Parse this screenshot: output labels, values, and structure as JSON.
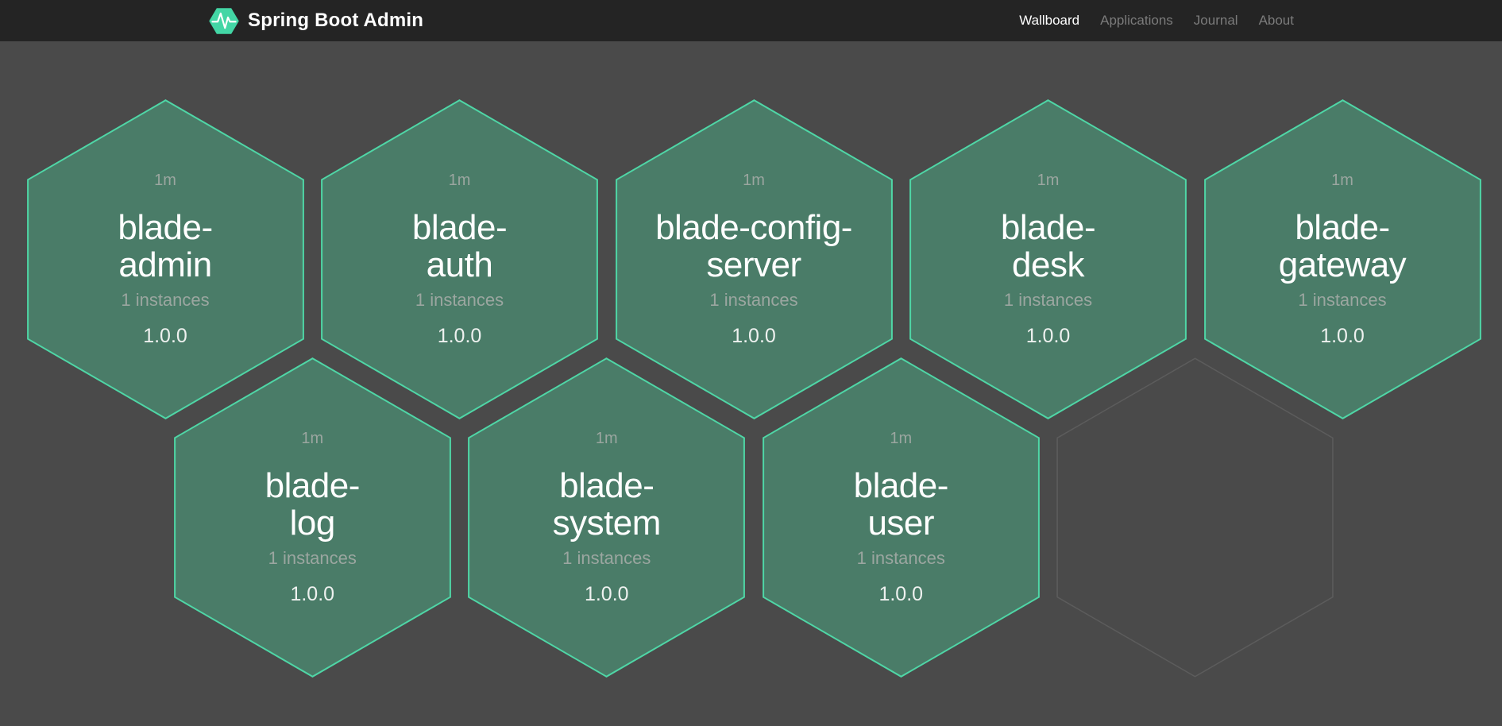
{
  "header": {
    "brand": "Spring Boot Admin",
    "nav": [
      {
        "label": "Wallboard",
        "active": true
      },
      {
        "label": "Applications",
        "active": false
      },
      {
        "label": "Journal",
        "active": false
      },
      {
        "label": "About",
        "active": false
      }
    ]
  },
  "wallboard": {
    "applications": [
      {
        "name": "blade-admin",
        "name_lines": [
          "blade-",
          "admin"
        ],
        "uptime": "1m",
        "instances": "1 instances",
        "version": "1.0.0",
        "status": "up"
      },
      {
        "name": "blade-auth",
        "name_lines": [
          "blade-",
          "auth"
        ],
        "uptime": "1m",
        "instances": "1 instances",
        "version": "1.0.0",
        "status": "up"
      },
      {
        "name": "blade-config-server",
        "name_lines": [
          "blade-config-",
          "server"
        ],
        "uptime": "1m",
        "instances": "1 instances",
        "version": "1.0.0",
        "status": "up"
      },
      {
        "name": "blade-desk",
        "name_lines": [
          "blade-",
          "desk"
        ],
        "uptime": "1m",
        "instances": "1 instances",
        "version": "1.0.0",
        "status": "up"
      },
      {
        "name": "blade-gateway",
        "name_lines": [
          "blade-",
          "gateway"
        ],
        "uptime": "1m",
        "instances": "1 instances",
        "version": "1.0.0",
        "status": "up"
      },
      {
        "name": "blade-log",
        "name_lines": [
          "blade-",
          "log"
        ],
        "uptime": "1m",
        "instances": "1 instances",
        "version": "1.0.0",
        "status": "up"
      },
      {
        "name": "blade-system",
        "name_lines": [
          "blade-",
          "system"
        ],
        "uptime": "1m",
        "instances": "1 instances",
        "version": "1.0.0",
        "status": "up"
      },
      {
        "name": "blade-user",
        "name_lines": [
          "blade-",
          "user"
        ],
        "uptime": "1m",
        "instances": "1 instances",
        "version": "1.0.0",
        "status": "up"
      }
    ],
    "empty_slots": 1
  },
  "colors": {
    "header_bg": "#242424",
    "page_bg": "#4a4a4a",
    "hex_fill": "#4a7c68",
    "hex_border": "#4fd6a6",
    "brand_green": "#43d6a5",
    "empty_hex_border": "#5c5c5c",
    "muted_text": "#9ba6a0",
    "nav_inactive": "#7b7b7b"
  }
}
